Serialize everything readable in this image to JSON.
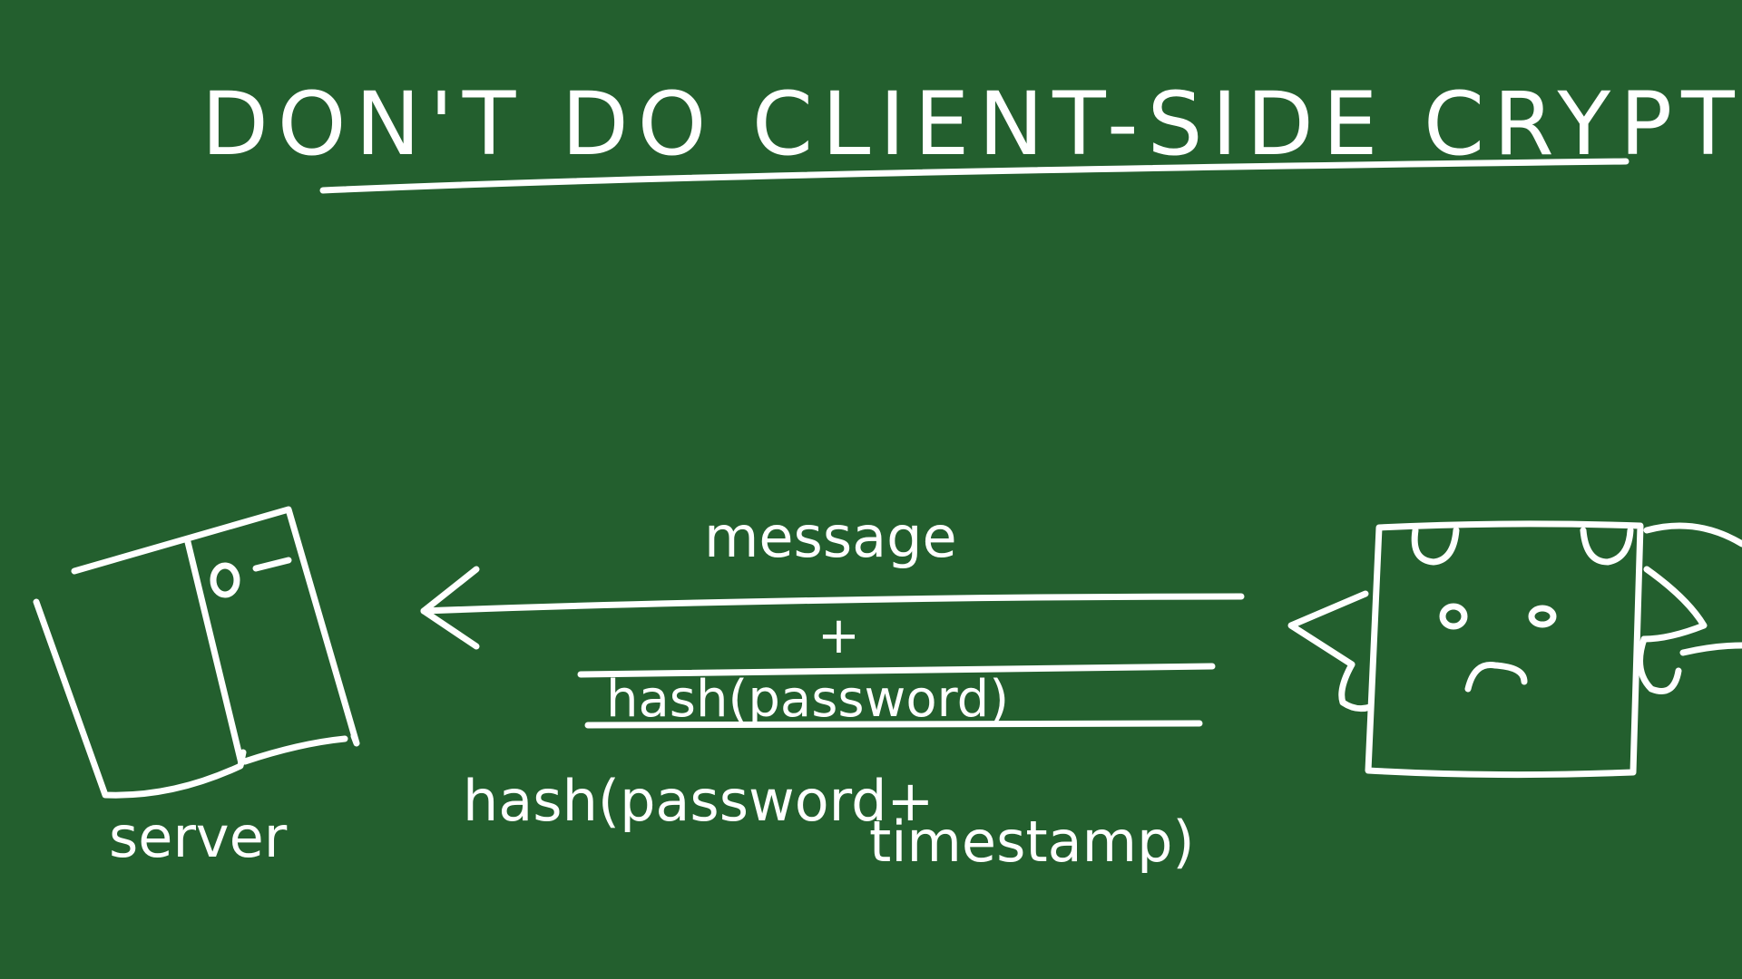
{
  "slide": {
    "background": "#235f2e",
    "ink": "#ffffff",
    "title": "DON'T DO CLIENT-SIDE CRYPTO",
    "server_label": "server",
    "message_label": "message",
    "plus_sign": "+",
    "struck_text": "hash(password)",
    "hash_line1": "hash(password+",
    "hash_line2": "timestamp)"
  },
  "icons": {
    "server": "server-rack-icon",
    "client": "sad-cat-box-icon",
    "arrow": "arrow-left-icon"
  }
}
